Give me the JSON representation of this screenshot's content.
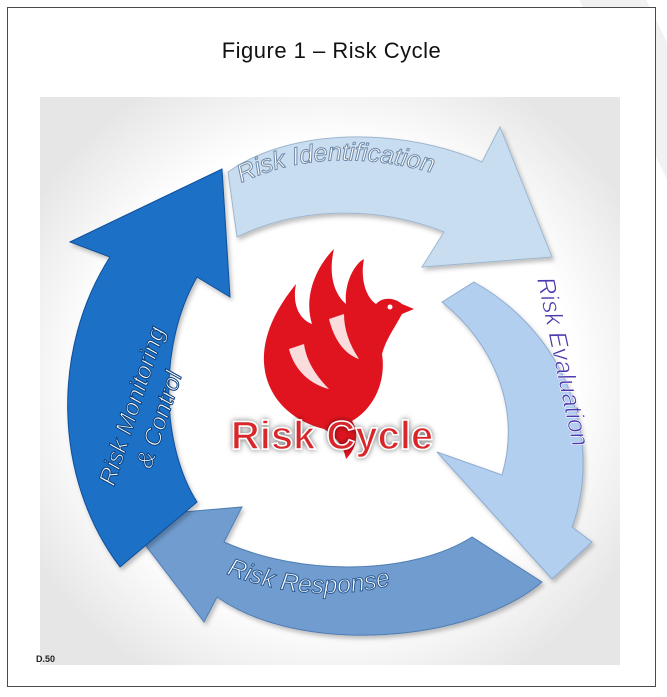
{
  "figure": {
    "title": "Figure 1 – Risk Cycle",
    "code": "D.50"
  },
  "cycle": {
    "center_label": "Risk Cycle",
    "center_icon": "phoenix-icon",
    "stages": [
      {
        "label": "Risk Identification",
        "color": "#c9ddf1"
      },
      {
        "label": "Risk Evaluation",
        "color": "#b3cff0"
      },
      {
        "label": "Risk Response",
        "color": "#6f9ccf"
      },
      {
        "label": "Risk Monitoring",
        "label2": "& Control",
        "color": "#1e6fc6"
      }
    ]
  },
  "colors": {
    "evaluation_text": "#4b39b0",
    "center_text": "#d9262c",
    "phoenix": "#e0141f",
    "frame": "#4a4a4a"
  }
}
